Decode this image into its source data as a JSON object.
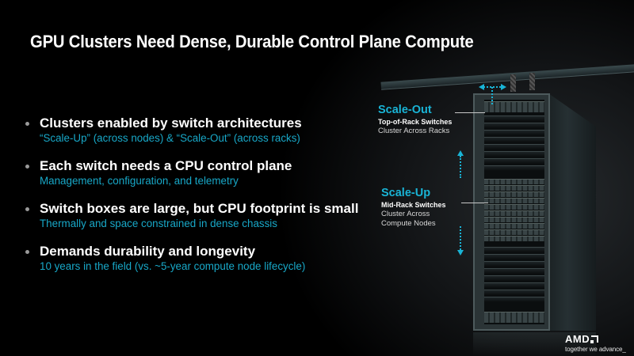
{
  "slide": {
    "title": "GPU Clusters Need Dense, Durable Control Plane Compute",
    "bullets": [
      {
        "head": "Clusters enabled by switch architectures",
        "sub": "“Scale-Up” (across nodes) & “Scale-Out” (across racks)"
      },
      {
        "head": "Each switch needs a CPU control plane",
        "sub": "Management, configuration, and telemetry"
      },
      {
        "head": "Switch boxes are large, but CPU footprint is small",
        "sub": "Thermally and space constrained in dense chassis"
      },
      {
        "head": "Demands durability and longevity",
        "sub": "10 years in the field (vs. ~5-year compute node lifecycle)"
      }
    ]
  },
  "diagram": {
    "scale_out": {
      "title": "Scale-Out",
      "subtitle": "Top-of-Rack Switches",
      "desc": "Cluster Across Racks"
    },
    "scale_up": {
      "title": "Scale-Up",
      "subtitle": "Mid-Rack Switches",
      "desc1": "Cluster Across",
      "desc2": "Compute Nodes"
    },
    "rack_image": "server-rack-illustration"
  },
  "branding": {
    "logo": "AMD",
    "tagline": "together we advance_"
  },
  "colors": {
    "accent": "#19b4d6",
    "subtext": "#18a8c8",
    "background": "#000000",
    "heading": "#ffffff"
  }
}
